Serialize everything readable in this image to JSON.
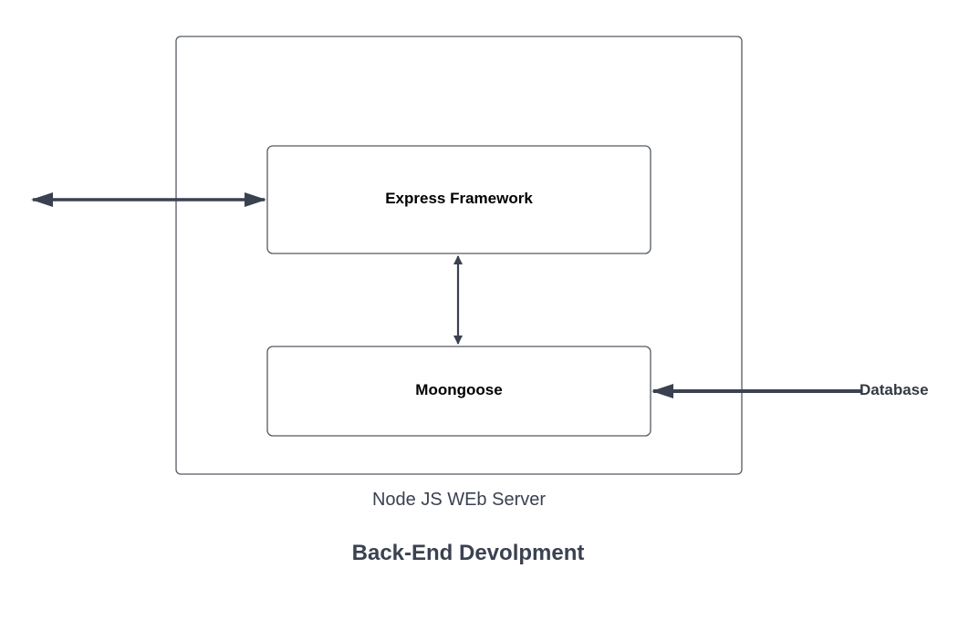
{
  "diagram": {
    "nodes": {
      "server": {
        "label": "Node JS WEb Server"
      },
      "express": {
        "label": "Express Framework"
      },
      "mongoose": {
        "label": "Moongoose"
      },
      "database": {
        "label": "Database"
      }
    },
    "edges": [
      {
        "from": "client",
        "to": "express",
        "direction": "both"
      },
      {
        "from": "express",
        "to": "mongoose",
        "direction": "both"
      },
      {
        "from": "database",
        "to": "mongoose",
        "direction": "forward"
      }
    ],
    "title": "Back-End Devolpment"
  },
  "colors": {
    "stroke": "#3a4150",
    "box_border": "#555a63",
    "text_dark": "#000000",
    "text_caption": "#3a4150"
  }
}
